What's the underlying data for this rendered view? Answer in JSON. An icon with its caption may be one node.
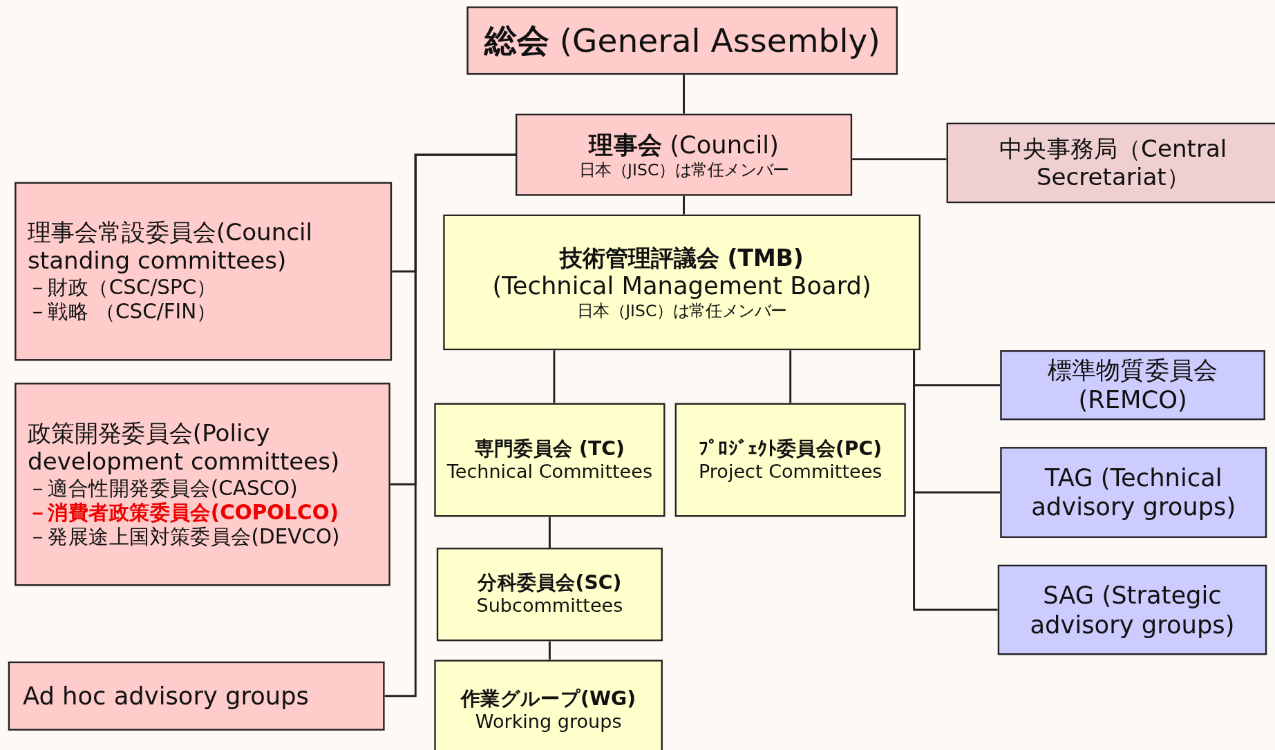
{
  "diagram": {
    "nodes": [
      {
        "text": [
          "**総会** (General Assembly)"
        ]
      },
      {
        "text": [
          "**理事会** (Council)",
          "日本（JISC）は常任メンバー"
        ]
      },
      {
        "text": [
          "中央事務局（Central Secretariat）"
        ]
      },
      {
        "text": [
          "理事会常設委員会(Council standing committees)",
          "－財政（CSC/SPC）",
          "－戦略 （CSC/FIN）"
        ]
      },
      {
        "text": [
          "政策開発委員会(Policy development committees)",
          "－適合性開発委員会(CASCO)",
          "－消費者政策委員会(COPOLCO)",
          "－発展途上国対策委員会(DEVCO)"
        ]
      },
      {
        "text": [
          "Ad hoc advisory groups"
        ]
      },
      {
        "text": [
          "技術管理評議会 (TMB)",
          "(Technical Management Board)",
          "日本（JISC）は常任メンバー"
        ]
      },
      {
        "text": [
          "専門委員会 (TC)",
          "Technical Committees"
        ]
      },
      {
        "text": [
          "ﾌﾟﾛｼﾞｪｸﾄ委員会(PC)",
          "Project Committees"
        ]
      },
      {
        "text": [
          "分科委員会(SC)",
          "Subcommittees"
        ]
      },
      {
        "text": [
          "作業グループ(WG)",
          "Working groups"
        ]
      },
      {
        "text": [
          "標準物質委員会 (REMCO)"
        ]
      },
      {
        "text": [
          "TAG (Technical advisory groups)"
        ]
      },
      {
        "text": [
          "SAG (Strategic advisory groups)"
        ]
      }
    ],
    "edges": [
      {
        "from": 0,
        "to": 1,
        "arrow": "none"
      },
      {
        "from": 1,
        "to": 2,
        "arrow": "none"
      },
      {
        "from": 1,
        "to": 3,
        "arrow": "none"
      },
      {
        "from": 1,
        "to": 4,
        "arrow": "none"
      },
      {
        "from": 1,
        "to": 5,
        "arrow": "none"
      },
      {
        "from": 1,
        "to": 6,
        "arrow": "none"
      },
      {
        "from": 6,
        "to": 7,
        "arrow": "none"
      },
      {
        "from": 6,
        "to": 8,
        "arrow": "none"
      },
      {
        "from": 6,
        "to": 11,
        "arrow": "none"
      },
      {
        "from": 6,
        "to": 12,
        "arrow": "none"
      },
      {
        "from": 6,
        "to": 13,
        "arrow": "none"
      },
      {
        "from": 7,
        "to": 9,
        "arrow": "none"
      },
      {
        "from": 9,
        "to": 10,
        "arrow": "none"
      }
    ]
  }
}
